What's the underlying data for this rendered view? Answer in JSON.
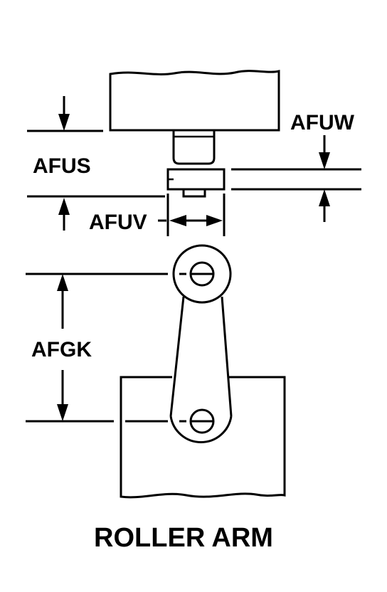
{
  "figure": {
    "title": "ROLLER ARM",
    "dimensions": {
      "afus": "AFUS",
      "afuw": "AFUW",
      "afuv": "AFUV",
      "afgk": "AFGK"
    }
  }
}
